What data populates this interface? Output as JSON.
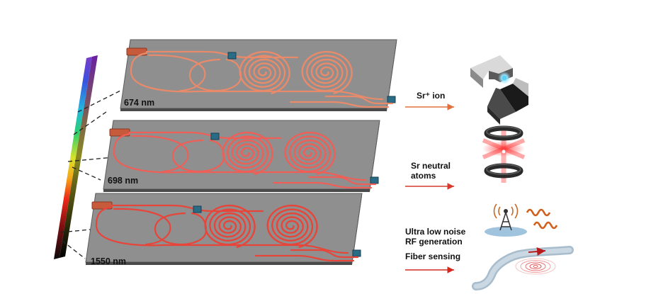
{
  "wavelengths": [
    {
      "label": "674 nm",
      "color": "#e98a6a",
      "arrow_color": "#e0703e"
    },
    {
      "label": "698 nm",
      "color": "#ee5f57",
      "arrow_color": "#d63a2c"
    },
    {
      "label": "1550 nm",
      "color": "#e8453a",
      "arrow_color": "#d32a20"
    }
  ],
  "applications": [
    {
      "lines": [
        "Sr⁺ ion"
      ]
    },
    {
      "lines": [
        "Sr neutral",
        "atoms"
      ]
    },
    {
      "lines": [
        "Ultra low noise",
        "RF generation"
      ]
    },
    {
      "lines": [
        "Fiber sensing"
      ]
    }
  ],
  "icons": [
    "ion-trap-icon",
    "atom-trap-icon",
    "rf-antenna-icon",
    "fiber-sensing-icon"
  ],
  "colors": {
    "chip": "#8f8f8f",
    "chip_edge": "#5c5c5c",
    "coupler": "#2a6b86"
  }
}
